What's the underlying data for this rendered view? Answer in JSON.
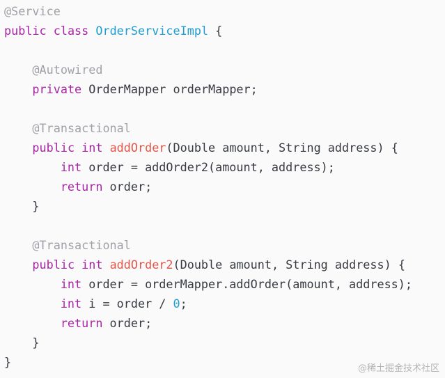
{
  "code": {
    "lines": [
      [
        {
          "t": "@Service",
          "c": "ann"
        }
      ],
      [
        {
          "t": "public",
          "c": "kw"
        },
        {
          "t": " ",
          "c": "pl"
        },
        {
          "t": "class",
          "c": "kw"
        },
        {
          "t": " ",
          "c": "pl"
        },
        {
          "t": "OrderServiceImpl",
          "c": "cls2"
        },
        {
          "t": " {",
          "c": "pl"
        }
      ],
      [],
      [
        {
          "t": "    ",
          "c": "pl"
        },
        {
          "t": "@Autowired",
          "c": "ann"
        }
      ],
      [
        {
          "t": "    ",
          "c": "pl"
        },
        {
          "t": "private",
          "c": "kw"
        },
        {
          "t": " OrderMapper orderMapper;",
          "c": "pl"
        }
      ],
      [],
      [
        {
          "t": "    ",
          "c": "pl"
        },
        {
          "t": "@Transactional",
          "c": "ann"
        }
      ],
      [
        {
          "t": "    ",
          "c": "pl"
        },
        {
          "t": "public",
          "c": "kw"
        },
        {
          "t": " ",
          "c": "pl"
        },
        {
          "t": "int",
          "c": "kw"
        },
        {
          "t": " ",
          "c": "pl"
        },
        {
          "t": "addOrder",
          "c": "fn"
        },
        {
          "t": "(Double amount, String address) {",
          "c": "pl"
        }
      ],
      [
        {
          "t": "        ",
          "c": "pl"
        },
        {
          "t": "int",
          "c": "kw"
        },
        {
          "t": " order = addOrder2(amount, address);",
          "c": "pl"
        }
      ],
      [
        {
          "t": "        ",
          "c": "pl"
        },
        {
          "t": "return",
          "c": "kw"
        },
        {
          "t": " order;",
          "c": "pl"
        }
      ],
      [
        {
          "t": "    }",
          "c": "pl"
        }
      ],
      [],
      [
        {
          "t": "    ",
          "c": "pl"
        },
        {
          "t": "@Transactional",
          "c": "ann"
        }
      ],
      [
        {
          "t": "    ",
          "c": "pl"
        },
        {
          "t": "public",
          "c": "kw"
        },
        {
          "t": " ",
          "c": "pl"
        },
        {
          "t": "int",
          "c": "kw"
        },
        {
          "t": " ",
          "c": "pl"
        },
        {
          "t": "addOrder2",
          "c": "fn"
        },
        {
          "t": "(Double amount, String address) {",
          "c": "pl"
        }
      ],
      [
        {
          "t": "        ",
          "c": "pl"
        },
        {
          "t": "int",
          "c": "kw"
        },
        {
          "t": " order = orderMapper.addOrder(amount, address);",
          "c": "pl"
        }
      ],
      [
        {
          "t": "        ",
          "c": "pl"
        },
        {
          "t": "int",
          "c": "kw"
        },
        {
          "t": " i = order / ",
          "c": "pl"
        },
        {
          "t": "0",
          "c": "num"
        },
        {
          "t": ";",
          "c": "pl"
        }
      ],
      [
        {
          "t": "        ",
          "c": "pl"
        },
        {
          "t": "return",
          "c": "kw"
        },
        {
          "t": " order;",
          "c": "pl"
        }
      ],
      [
        {
          "t": "    }",
          "c": "pl"
        }
      ],
      [
        {
          "t": "}",
          "c": "pl"
        }
      ]
    ]
  },
  "watermark": "@稀土掘金技术社区"
}
